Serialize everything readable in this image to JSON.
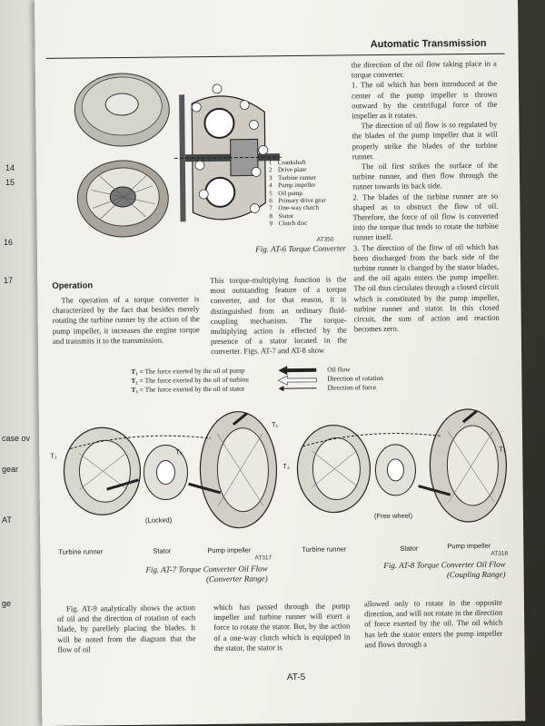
{
  "header": {
    "title": "Automatic Transmission"
  },
  "fig6": {
    "caption": "Fig. AT-6  Torque Converter",
    "code": "AT350",
    "parts": [
      {
        "n": "1",
        "t": "Crankshaft"
      },
      {
        "n": "2",
        "t": "Drive plate"
      },
      {
        "n": "3",
        "t": "Turbine runner"
      },
      {
        "n": "4",
        "t": "Pump impeller"
      },
      {
        "n": "5",
        "t": "Oil pump"
      },
      {
        "n": "6",
        "t": "Primary drive gear"
      },
      {
        "n": "7",
        "t": "One-way clutch"
      },
      {
        "n": "8",
        "t": "Stator"
      },
      {
        "n": "9",
        "t": "Clutch disc"
      }
    ]
  },
  "right_col_top": [
    "the direction of the oil flow taking place in a torque converter.",
    "1.   The oil which has been introduced at the center of the pump impeller is thrown outward by the centrifugal force of the impeller as it rotates.",
    "The direction of oil flow is so regulated by the blades of the pump impeller that it will properly strike the blades of the turbine runner.",
    "The oil first strikes the surface of the turbine runner, and then flow through the runner towards its back side.",
    "2.   The blades of the turbine runner are so shaped as to obstruct the flow of oil. Therefore, the force of oil flow is converted into the torque that tends to rotate the turbine runner itself.",
    "3.   The direction of the flow of oil which has been discharged from the back side of the turbine runner is changed by the stator blades, and the oil again enters the pump impeller. The oil thus circulates through a closed circuit which is constituted by the pump impeller, turbine runner and stator. In this closed circuit, the sum of action and reaction becomes zero."
  ],
  "operation": {
    "heading": "Operation",
    "text": "The operation of a torque converter is characterized by the fact that besides merely rotating the turbine runner by the action of the pump impeller, it increases the engine torque and transmits it to the transmission."
  },
  "middle_text": "This torque-multiplying function is the most outstanding feature of a torque converter, and for that reason, it is distinguished from an ordinary fluid-coupling mechanism. The torque-multiplying action is effected by the presence of a stator located in the converter. Figs. AT-7 and AT-8 show",
  "legend": {
    "t1": {
      "sym": "T₁ =",
      "text": "The force exerted by the oil of pump"
    },
    "t2": {
      "sym": "T₂ =",
      "text": "The force exerted by the oil of turbine"
    },
    "t3": {
      "sym": "T₃ =",
      "text": "The force exerted by the oil of stator"
    },
    "oil_flow": "Oil flow",
    "rotation": "Direction of rotation",
    "force": "Direction of force"
  },
  "fig7": {
    "labels": {
      "turbine": "Turbine runner",
      "stator": "Stator",
      "pump": "Pump impeller",
      "state": "(Locked)"
    },
    "code": "AT317",
    "caption1": "Fig. AT-7  Torque Converter Oil Flow",
    "caption2": "(Converter Range)"
  },
  "fig8": {
    "labels": {
      "turbine": "Turbine runner",
      "stator": "Stator",
      "pump": "Pump impeller",
      "state": "(Free wheel)"
    },
    "code": "AT318",
    "caption1": "Fig. AT-8  Torque Converter Oil Flow",
    "caption2": "(Coupling Range)"
  },
  "tlabels": {
    "t1": "T₁",
    "t2": "T₂",
    "t3": "T₃"
  },
  "bottom": {
    "col1": "Fig. AT-9 analytically shows the action of oil and the direction of rotation of each blade, by parellely placing the blades. It will be noted from the diagram that the flow of oil",
    "col2": "which has passed through the pump impeller and turbine runner will exert a force to rotate the stator. But, by the action of a one-way clutch which is equipped in the stator, the stator is",
    "col3": "allowed only to rotate in the opposite direction, and will not rotate in the direction of force exerted by the oil. The oil which has left the stator enters the pump impeller and flows through a"
  },
  "page_number": "AT-5",
  "left_edge": [
    "14",
    "15",
    "16",
    "17",
    "case ov",
    "gear",
    "AT",
    "ge"
  ]
}
